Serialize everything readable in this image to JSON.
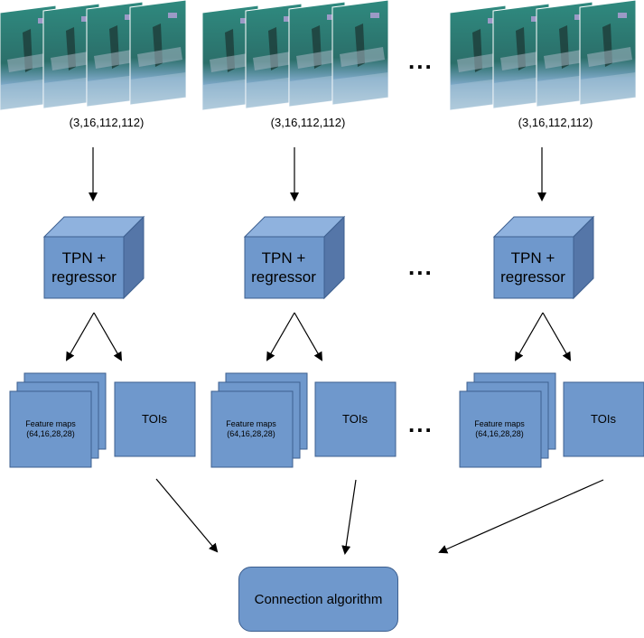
{
  "diagram": {
    "columns": [
      {
        "clip_shape": "(3,16,112,112)",
        "tpn_line1": "TPN +",
        "tpn_line2": "regressor",
        "feature_maps_line1": "Feature maps",
        "feature_maps_line2": "(64,16,28,28)",
        "tois": "TOIs"
      },
      {
        "clip_shape": "(3,16,112,112)",
        "tpn_line1": "TPN +",
        "tpn_line2": "regressor",
        "feature_maps_line1": "Feature maps",
        "feature_maps_line2": "(64,16,28,28)",
        "tois": "TOIs"
      },
      {
        "clip_shape": "(3,16,112,112)",
        "tpn_line1": "TPN +",
        "tpn_line2": "regressor",
        "feature_maps_line1": "Feature maps",
        "feature_maps_line2": "(64,16,28,28)",
        "tois": "TOIs"
      }
    ],
    "ellipsis": "...",
    "connection_algorithm": "Connection algorithm"
  },
  "colors": {
    "box_fill": "#6f98cc",
    "box_side": "#5576a8",
    "box_top": "#8fb2de",
    "box_stroke": "#3d5f8f",
    "frame_base": "#2b6f6a",
    "frame_floor": "#7aa6c4"
  }
}
